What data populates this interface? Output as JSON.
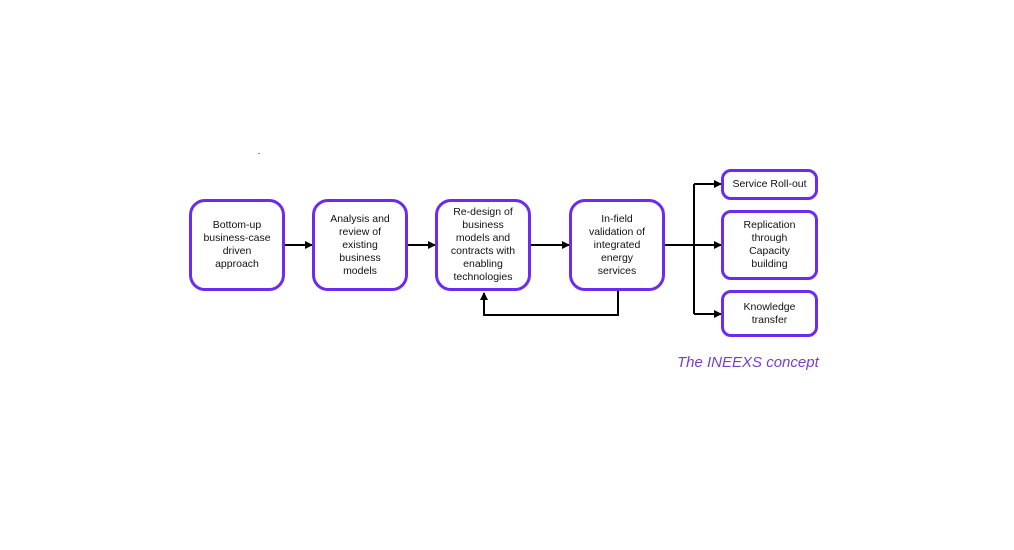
{
  "diagram": {
    "nodes": {
      "bottom_up": "Bottom-up\nbusiness-case\ndriven\napproach",
      "analysis": "Analysis and\nreview of\nexisting\nbusiness\nmodels",
      "redesign": "Re-design of\nbusiness\nmodels and\ncontracts with\nenabling\ntechnologies",
      "infield": "In-field\nvalidation of\nintegrated\nenergy\nservices",
      "rollout": "Service Roll-out",
      "replication": "Replication\nthrough\nCapacity\nbuilding",
      "knowledge": "Knowledge\ntransfer"
    },
    "caption": "The INEEXS concept",
    "colors": {
      "node_border": "#6b2bf0",
      "caption": "#7a3fc6",
      "arrow": "#000000"
    }
  }
}
